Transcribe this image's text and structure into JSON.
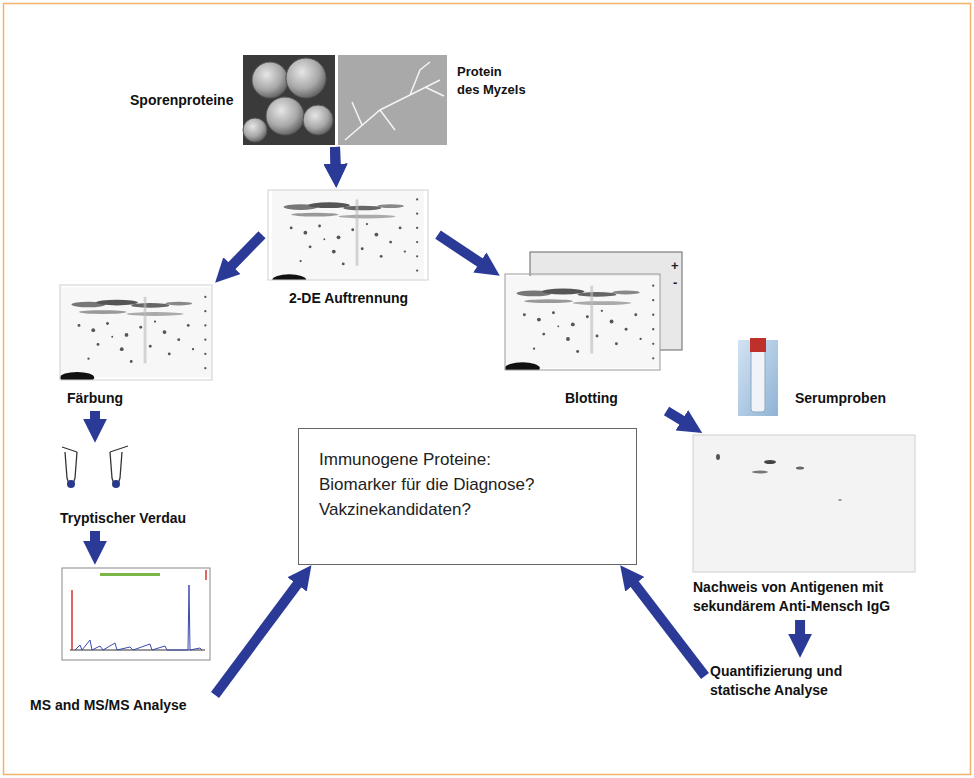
{
  "diagram": {
    "nodes": [
      {
        "text": [
          "Sporenproteine"
        ]
      },
      {
        "text": [
          "Protein des Myzels"
        ]
      },
      {
        "text": [
          "2-DE Auftrennung"
        ]
      },
      {
        "text": [
          "Färbung"
        ]
      },
      {
        "text": [
          "Tryptischer Verdau"
        ]
      },
      {
        "text": [
          "MS and MS/MS Analyse"
        ]
      },
      {
        "text": [
          "Blotting"
        ]
      },
      {
        "text": [
          "Serumproben"
        ]
      },
      {
        "text": [
          "Nachweis von Antigenen mit sekundärem Anti-Mensch IgG"
        ]
      },
      {
        "text": [
          "Quantifizierung und statische Analyse"
        ]
      },
      {
        "text": [
          "Immunogene Proteine:",
          "Biomarker für die Diagnose?",
          "Vakzinekandidaten?"
        ]
      }
    ],
    "edges": [
      {
        "from": 0,
        "to": 2,
        "arrow": "to"
      },
      {
        "from": 1,
        "to": 2,
        "arrow": "to"
      },
      {
        "from": 2,
        "to": 3,
        "arrow": "to"
      },
      {
        "from": 2,
        "to": 6,
        "arrow": "to"
      },
      {
        "from": 3,
        "to": 4,
        "arrow": "to"
      },
      {
        "from": 4,
        "to": 5,
        "arrow": "to"
      },
      {
        "from": 5,
        "to": 10,
        "arrow": "to"
      },
      {
        "from": 6,
        "to": 8,
        "arrow": "to"
      },
      {
        "from": 8,
        "to": 9,
        "arrow": "to"
      },
      {
        "from": 9,
        "to": 10,
        "arrow": "to"
      }
    ],
    "labels": [
      "+",
      "-"
    ]
  }
}
